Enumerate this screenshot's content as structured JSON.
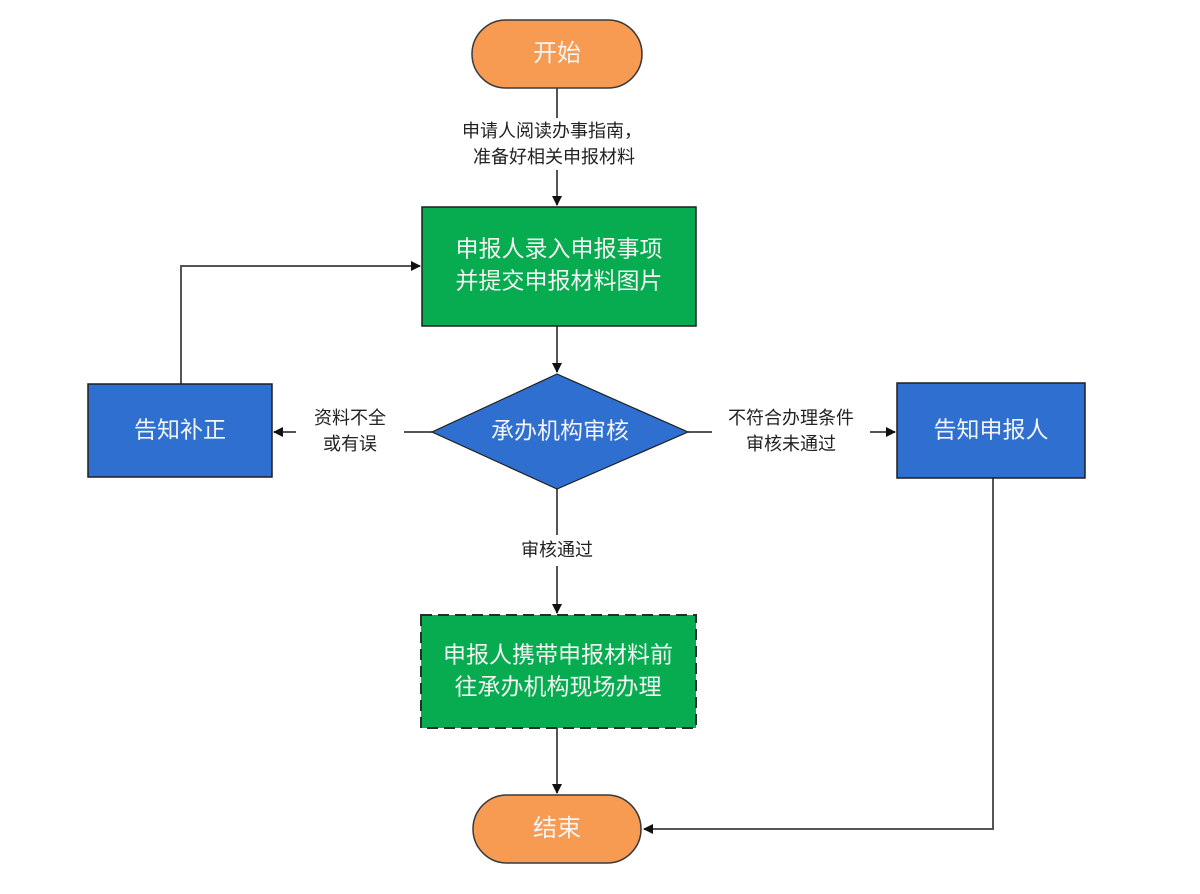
{
  "diagram": {
    "type": "flowchart",
    "colors": {
      "terminal": "#F79B52",
      "process": "#06AC4F",
      "decision": "#2F6FCF",
      "notice": "#2F6FCF",
      "edge": "#555555"
    },
    "nodes": {
      "start": {
        "label": "开始",
        "shape": "terminal"
      },
      "submit": {
        "lines": [
          "申报人录入申报事项",
          "并提交申报材料图片"
        ],
        "shape": "process"
      },
      "review": {
        "label": "承办机构审核",
        "shape": "decision"
      },
      "correction": {
        "label": "告知补正",
        "shape": "process"
      },
      "notify": {
        "label": "告知申报人",
        "shape": "process"
      },
      "onsite": {
        "lines": [
          "申报人携带申报材料前",
          "往承办机构现场办理"
        ],
        "shape": "process-dashed"
      },
      "end": {
        "label": "结束",
        "shape": "terminal"
      }
    },
    "edges": {
      "start_to_submit": {
        "lines": [
          "申请人阅读办事指南，",
          "准备好相关申报材料"
        ]
      },
      "review_to_correction": {
        "lines": [
          "资料不全",
          "或有误"
        ]
      },
      "review_to_notify": {
        "lines": [
          "不符合办理条件",
          "审核未通过"
        ]
      },
      "review_to_onsite": {
        "label": "审核通过"
      },
      "correction_to_submit": {
        "label": ""
      },
      "onsite_to_end": {
        "label": ""
      },
      "notify_to_end": {
        "label": ""
      }
    }
  }
}
